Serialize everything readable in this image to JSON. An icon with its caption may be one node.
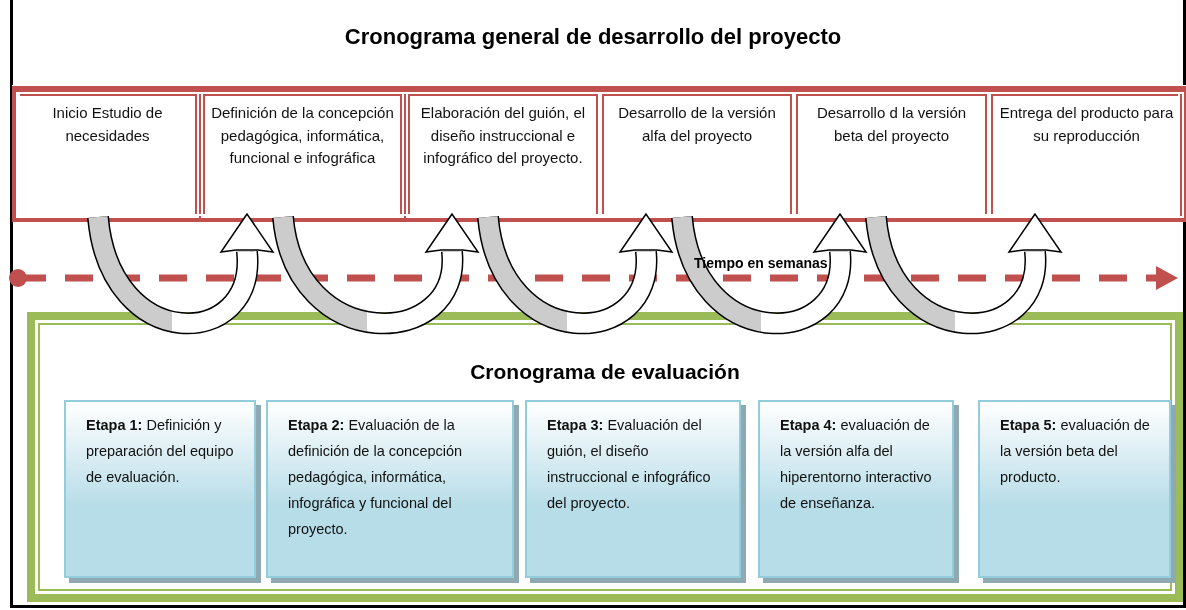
{
  "diagram": {
    "title": "Cronograma general de desarrollo del proyecto",
    "nodes": [
      {
        "text": [],
        "shape": "band"
      },
      {
        "text": [
          "Inicio Estudio de necesidades"
        ],
        "in": 0
      },
      {
        "text": [
          "Definición de la concepción pedagógica, informática, funcional e infográfica"
        ],
        "in": 0
      },
      {
        "text": [
          "Elaboración del guión, el diseño instruccional e infográfico del proyecto."
        ],
        "in": 0
      },
      {
        "text": [
          "Desarrollo de la versión alfa del proyecto"
        ],
        "in": 0
      },
      {
        "text": [
          "Desarrollo d la versión beta del proyecto"
        ],
        "in": 0
      },
      {
        "text": [
          "Entrega del producto para su reproducción"
        ],
        "in": 0
      },
      {
        "text": [
          "Cronograma de evaluación"
        ]
      },
      {
        "text": [
          "**Etapa 1:** Definición y preparación del equipo de evaluación."
        ],
        "in": 7
      },
      {
        "text": [
          "**Etapa 2:** Evaluación de la definición de la concepción pedagógica, informática, infográfica y funcional del proyecto."
        ],
        "in": 7
      },
      {
        "text": [
          "**Etapa 3:** Evaluación del guión, el diseño instruccional e infográfico del proyecto."
        ],
        "in": 7
      },
      {
        "text": [
          "**Etapa 4:** evaluación de la versión alfa del hiperentorno interactivo de enseñanza."
        ],
        "in": 7
      },
      {
        "text": [
          "**Etapa 5:** evaluación de la versión beta del producto."
        ],
        "in": 7
      }
    ],
    "edges": [
      {
        "from": 1,
        "to": 2,
        "arrow": "to"
      },
      {
        "from": 2,
        "to": 3,
        "arrow": "to"
      },
      {
        "from": 3,
        "to": 4,
        "arrow": "to"
      },
      {
        "from": 4,
        "to": 5,
        "arrow": "to"
      },
      {
        "from": 5,
        "to": 6,
        "arrow": "to"
      }
    ],
    "labels": [
      "Tiempo en semanas"
    ]
  }
}
